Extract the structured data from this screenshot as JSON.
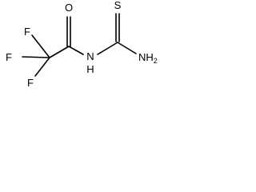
{
  "molecule": {
    "atoms": {
      "o": "O",
      "s": "S",
      "nh": "N",
      "h": "H",
      "nh2": "NH",
      "sub2": "2",
      "f_top": "F",
      "f_mid": "F",
      "f_bot": "F"
    },
    "colors": {
      "bond": "#000000",
      "label": "#000000",
      "background": "#ffffff"
    }
  }
}
